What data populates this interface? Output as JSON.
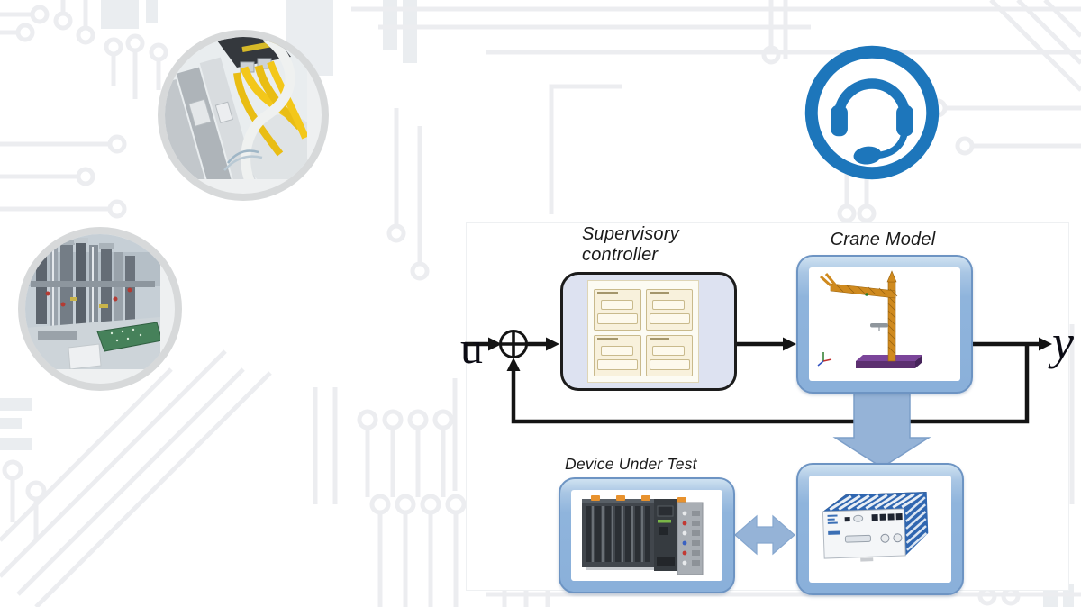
{
  "diagram": {
    "labels": {
      "supervisory_line1": "Supervisory",
      "supervisory_line2": "controller",
      "crane": "Crane Model",
      "dut": "Device Under Test"
    },
    "signals": {
      "input": "u",
      "output": "y",
      "sum_operator": "+"
    },
    "blocks": {
      "supervisory": "stateflow-supervisory-controller-chart",
      "crane": "3d-crane-model-illustration",
      "dut": "plc-device-photo",
      "hil": "hil-real-time-simulator-photo"
    }
  },
  "icons": {
    "support": "headset-icon"
  },
  "photos": {
    "top_circle": "plc-network-cables-photo",
    "left_circle": "industrial-assembly-machine-photo"
  },
  "colors": {
    "accent_blue": "#1d76bb",
    "block_blue": "#8fb4dc",
    "block_border_blue": "#6d94c3",
    "arrow_blue": "#95b3d7",
    "lavender": "#dde2f1",
    "stateflow_cream": "#f8f1dc",
    "wire_black": "#141414",
    "trace_gray": "#ecedf0",
    "photo_ring_gray": "#d7d9da",
    "crane_orange": "#cf8a1f",
    "crane_base_purple": "#5c2f70"
  }
}
